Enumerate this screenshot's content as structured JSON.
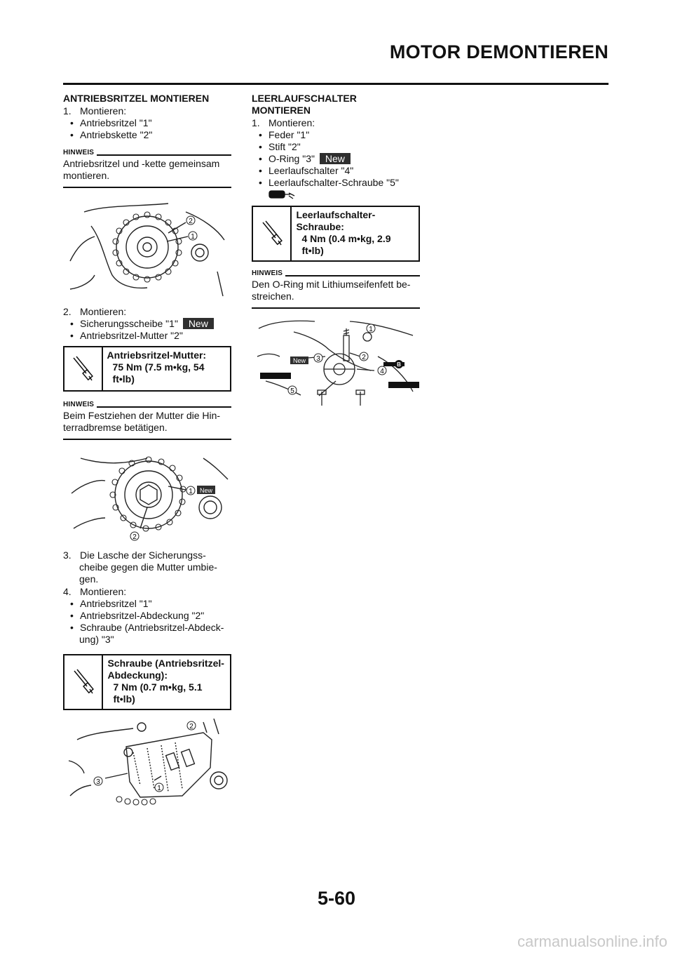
{
  "header": {
    "title": "MOTOR DEMONTIEREN"
  },
  "footer": {
    "page_number": "5-60",
    "watermark": "carmanualsonline.info"
  },
  "left": {
    "section_title": "ANTRIEBSRITZEL MONTIEREN",
    "step1": {
      "num": "1.",
      "text": "Montieren:",
      "bullets": [
        "Antriebsritzel \"1\"",
        "Antriebskette \"2\""
      ]
    },
    "note1": {
      "label": "HINWEIS",
      "text": "Antriebsritzel und -kette gemeinsam montieren."
    },
    "fig1": {
      "callouts": [
        "2",
        "1"
      ]
    },
    "step2": {
      "num": "2.",
      "text": "Montieren:",
      "bullets": [
        "Sicherungsscheibe \"1\"",
        "Antriebsritzel-Mutter \"2\""
      ],
      "new_badge": "New"
    },
    "torque1": {
      "name": "Antriebsritzel-Mutter:",
      "value": "75 Nm (7.5 m•kg, 54 ft•lb)"
    },
    "note2": {
      "label": "HINWEIS",
      "text": "Beim Festziehen der Mutter die Hin-terradbremse betätigen."
    },
    "fig2": {
      "callouts": [
        "1",
        "2"
      ],
      "new_label": "New"
    },
    "step3": {
      "num": "3.",
      "text": "Die Lasche der Sicherungss-",
      "cont1": "cheibe gegen die Mutter umbie-",
      "cont2": "gen."
    },
    "step4": {
      "num": "4.",
      "text": "Montieren:",
      "bullets": [
        "Antriebsritzel \"1\"",
        "Antriebsritzel-Abdeckung \"2\"",
        "Schraube (Antriebsritzel-Abdeck-"
      ],
      "bullet_cont": "ung) \"3\""
    },
    "torque2": {
      "name_line1": "Schraube (Antriebsritzel-",
      "name_line2": "Abdeckung):",
      "value": "7 Nm (0.7 m•kg, 5.1 ft•lb)"
    },
    "fig3": {
      "callouts": [
        "2",
        "3",
        "1"
      ]
    }
  },
  "right": {
    "section_title_line1": "LEERLAUFSCHALTER",
    "section_title_line2": "MONTIEREN",
    "step1": {
      "num": "1.",
      "text": "Montieren:",
      "bullets": [
        "Feder \"1\"",
        "Stift \"2\"",
        "O-Ring \"3\"",
        "Leerlaufschalter \"4\"",
        "Leerlaufschalter-Schraube \"5\""
      ],
      "new_badge": "New"
    },
    "torque": {
      "name_line1": "Leerlaufschalter-",
      "name_line2": "Schraube:",
      "value": "4 Nm (0.4 m•kg, 2.9 ft•lb)"
    },
    "note": {
      "label": "HINWEIS",
      "text": "Den O-Ring mit Lithiumseifenfett be-streichen."
    },
    "fig": {
      "callouts": [
        "3",
        "2",
        "4",
        "5",
        "1"
      ],
      "new_label": "New",
      "grease_label": "B"
    }
  }
}
